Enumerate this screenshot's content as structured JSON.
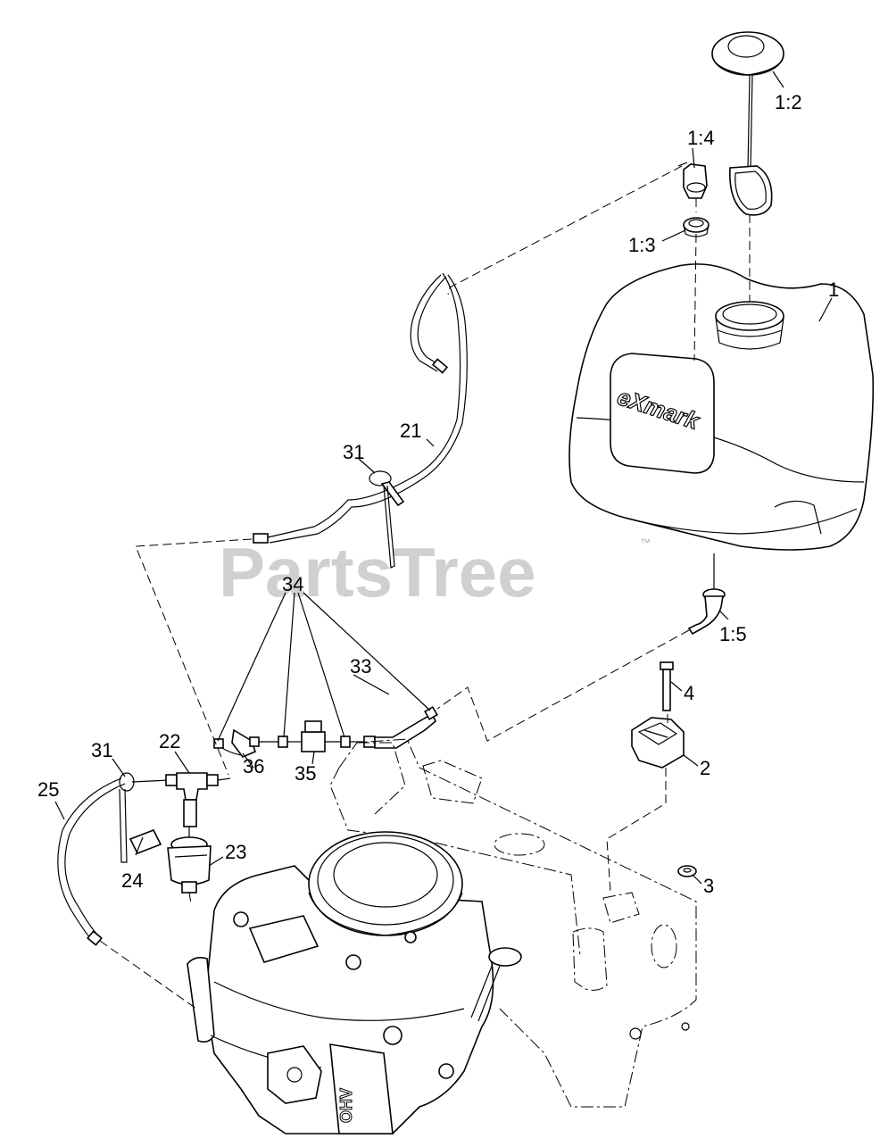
{
  "diagram": {
    "watermark": {
      "text": "PartsTree",
      "trademark": "™"
    },
    "logo_text": "eXmark",
    "engine_label": "OHV",
    "callouts": [
      {
        "id": "1:2",
        "label": "1:2"
      },
      {
        "id": "1:4",
        "label": "1:4"
      },
      {
        "id": "1:3",
        "label": "1:3"
      },
      {
        "id": "1",
        "label": "1"
      },
      {
        "id": "21",
        "label": "21"
      },
      {
        "id": "31a",
        "label": "31"
      },
      {
        "id": "34",
        "label": "34"
      },
      {
        "id": "1:5",
        "label": "1:5"
      },
      {
        "id": "33",
        "label": "33"
      },
      {
        "id": "4",
        "label": "4"
      },
      {
        "id": "36",
        "label": "36"
      },
      {
        "id": "35",
        "label": "35"
      },
      {
        "id": "22",
        "label": "22"
      },
      {
        "id": "31b",
        "label": "31"
      },
      {
        "id": "2",
        "label": "2"
      },
      {
        "id": "25",
        "label": "25"
      },
      {
        "id": "23",
        "label": "23"
      },
      {
        "id": "24",
        "label": "24"
      },
      {
        "id": "3",
        "label": "3"
      }
    ]
  }
}
